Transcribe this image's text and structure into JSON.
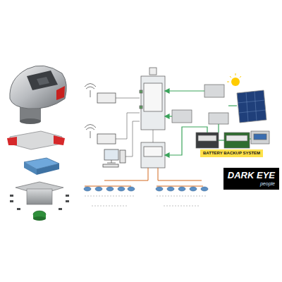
{
  "diagram": {
    "nodes": [
      {
        "text": [
          "BATTERY BACKUP SYSTEM"
        ]
      },
      {
        "text": [
          "DARK EYE",
          "people"
        ]
      }
    ]
  }
}
